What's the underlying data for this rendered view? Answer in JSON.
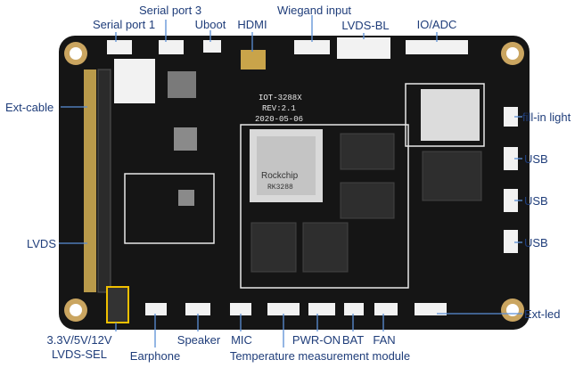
{
  "board": {
    "model": "IOT-3288X",
    "revision": "REV:2.1",
    "date": "2020-05-06",
    "soc_brand": "Rockchip",
    "soc_model": "RK3288",
    "colors": {
      "pcb": "#151515",
      "accent_label": "#1f3d7a",
      "callout_line": "#5b8fd6",
      "connector_white": "#f2f2f2",
      "hole_gold": "#caa560",
      "chip_silver": "#d9d9d9"
    }
  },
  "labels": {
    "serial_port_1": "Serial port 1",
    "serial_port_3": "Serial port 3",
    "uboot": "Uboot",
    "hdmi": "HDMI",
    "wiegand_input": "Wiegand input",
    "lvds_bl": "LVDS-BL",
    "io_adc": "IO/ADC",
    "ext_cable": "Ext-cable",
    "fill_in_light": "fill-in light",
    "usb_1": "USB",
    "usb_2": "USB",
    "usb_3": "USB",
    "lvds": "LVDS",
    "ext_led": "Ext-led",
    "lvds_sel_line1": "3.3V/5V/12V",
    "lvds_sel_line2": "LVDS-SEL",
    "earphone": "Earphone",
    "speaker": "Speaker",
    "mic": "MIC",
    "pwr_on": "PWR-ON",
    "bat": "BAT",
    "fan": "FAN",
    "temp_module": "Temperature measurement module"
  }
}
